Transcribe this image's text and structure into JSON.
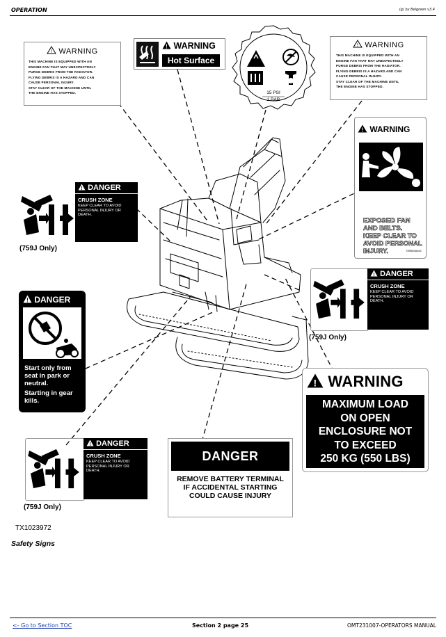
{
  "header": {
    "section": "OPERATION",
    "credit": "(g) by Belgreen v3.4"
  },
  "labels": {
    "warn_fan_left": {
      "title": "WARNING",
      "lines": [
        "THIS MACHINE IS EQUIPPED WITH AN",
        "ENGINE FAN THAT MAY UNEXPECTEDLY",
        "PURGE DEBRIS FROM THE RADIATOR.",
        "FLYING DEBRIS IS A HAZARD AND CAN",
        "CAUSE PERSONAL INJURY.",
        "STAY CLEAR OF THE MACHINE UNTIL",
        "THE ENGINE HAS STOPPED."
      ]
    },
    "hot_surface": {
      "title": "WARNING",
      "subtitle": "Hot Surface"
    },
    "cap": {
      "pressure": "15 PSI",
      "bar": "1 BAR"
    },
    "warn_fan_right": {
      "title": "WARNING",
      "lines": [
        "THIS MACHINE IS EQUIPPED WITH AN",
        "ENGINE FAN THAT MAY UNEXPECTEDLY",
        "PURGE DEBRIS FROM THE RADIATOR.",
        "FLYING DEBRIS IS A HAZARD AND CAN",
        "CAUSE PERSONAL INJURY.",
        "STAY CLEAR OF THE MACHINE UNTIL",
        "THE ENGINE HAS STOPPED."
      ]
    },
    "exposed_fan": {
      "title": "WARNING",
      "line1": "EXPOSED FAN",
      "line2": "AND BELTS.",
      "line3": "KEEP CLEAR TO",
      "line4": "AVOID PERSONAL",
      "line5": "INJURY.",
      "code": "T89563A621"
    },
    "crush_1": {
      "title": "DANGER",
      "zone": "CRUSH ZONE",
      "text": "KEEP CLEAR TO AVOID PERSONAL INJURY OR DEATH.",
      "note": "(759J Only)"
    },
    "crush_2": {
      "title": "DANGER",
      "zone": "CRUSH ZONE",
      "text": "KEEP CLEAR TO AVOID PERSONAL INJURY OR DEATH.",
      "note": "(759J Only)"
    },
    "crush_3": {
      "title": "DANGER",
      "zone": "CRUSH ZONE",
      "text": "KEEP CLEAR TO AVOID PERSONAL INJURY OR DEATH.",
      "note": "(759J Only)"
    },
    "start_danger": {
      "title": "DANGER",
      "text1": "Start only from seat in park or neutral.",
      "text2": "Starting in gear kills."
    },
    "battery": {
      "title": "DANGER",
      "lines": [
        "REMOVE BATTERY TERMINAL",
        "IF ACCIDENTAL STARTING",
        "COULD CAUSE INJURY"
      ]
    },
    "max_load": {
      "title": "WARNING",
      "lines": [
        "MAXIMUM LOAD",
        "ON OPEN",
        "ENCLOSURE NOT",
        "TO EXCEED",
        "250 KG (550 LBS)"
      ]
    }
  },
  "figure_id": "TX1023972",
  "caption": "Safety Signs",
  "footer": {
    "toc_link": "<- Go to Section TOC",
    "page": "Section 2 page 25",
    "manual": "OMT231007-OPERATORS MANUAL"
  }
}
